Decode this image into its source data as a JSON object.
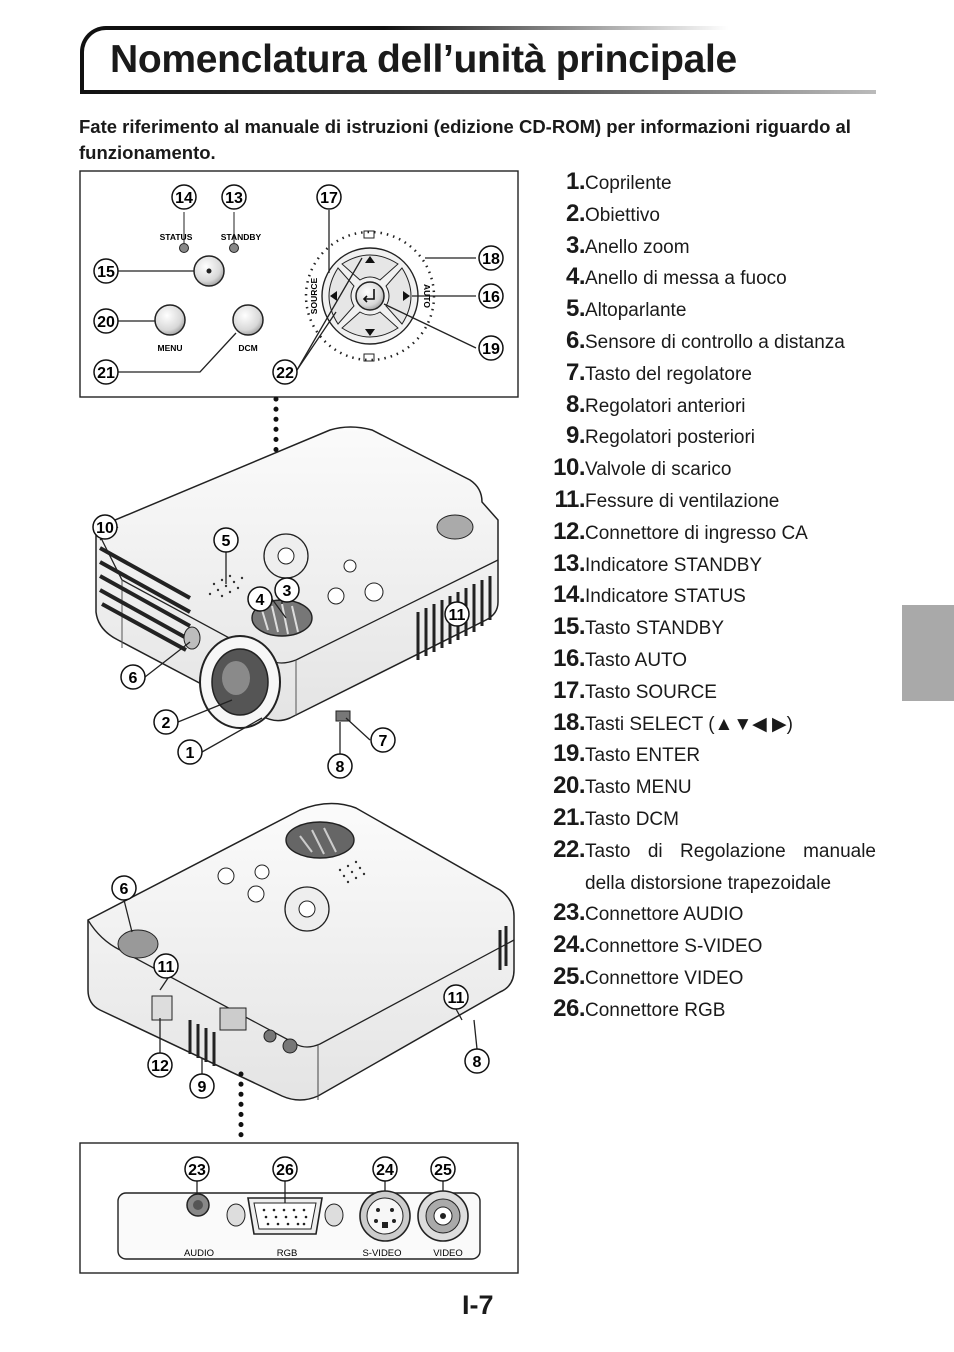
{
  "header": {
    "title": "Nomenclatura dell’unità principale",
    "intro": "Fate riferimento al manuale di istruzioni (edizione CD-ROM) per informazioni riguardo al funzionamento."
  },
  "parts": [
    {
      "num": "1.",
      "label": "Coprilente"
    },
    {
      "num": "2.",
      "label": "Obiettivo"
    },
    {
      "num": "3.",
      "label": "Anello zoom"
    },
    {
      "num": "4.",
      "label": "Anello di messa a fuoco"
    },
    {
      "num": "5.",
      "label": "Altoparlante"
    },
    {
      "num": "6.",
      "label": "Sensore di controllo a distanza"
    },
    {
      "num": "7.",
      "label": "Tasto del regolatore"
    },
    {
      "num": "8.",
      "label": "Regolatori anteriori"
    },
    {
      "num": "9.",
      "label": "Regolatori posteriori"
    },
    {
      "num": "10.",
      "label": "Valvole di scarico"
    },
    {
      "num": "11.",
      "label": "Fessure di ventilazione"
    },
    {
      "num": "12.",
      "label": "Connettore di ingresso CA"
    },
    {
      "num": "13.",
      "label": "Indicatore STANDBY"
    },
    {
      "num": "14.",
      "label": "Indicatore STATUS"
    },
    {
      "num": "15.",
      "label": "Tasto STANDBY"
    },
    {
      "num": "16.",
      "label": "Tasto AUTO"
    },
    {
      "num": "17.",
      "label": "Tasto SOURCE"
    },
    {
      "num": "18.",
      "label": "Tasti SELECT (▲▼◀ ▶)"
    },
    {
      "num": "19.",
      "label": "Tasto ENTER"
    },
    {
      "num": "20.",
      "label": "Tasto MENU"
    },
    {
      "num": "21.",
      "label": "Tasto DCM"
    },
    {
      "num": "22.",
      "label": "Tasto di Regolazione manuale della distorsione trapezoidale"
    },
    {
      "num": "23.",
      "label": "Connettore AUDIO"
    },
    {
      "num": "24.",
      "label": "Connettore S-VIDEO"
    },
    {
      "num": "25.",
      "label": "Connettore VIDEO"
    },
    {
      "num": "26.",
      "label": "Connettore RGB"
    }
  ],
  "control_panel": {
    "status_label": "STATUS",
    "standby_label": "STANDBY",
    "menu_label": "MENU",
    "dcm_label": "DCM",
    "source_label": "SOURCE",
    "auto_label": "AUTO",
    "callouts": [
      "14",
      "13",
      "17",
      "18",
      "15",
      "16",
      "20",
      "19",
      "21",
      "22"
    ]
  },
  "projector_front": {
    "callouts": [
      "10",
      "5",
      "3",
      "4",
      "11",
      "6",
      "2",
      "1",
      "7",
      "8"
    ]
  },
  "projector_rear": {
    "callouts": [
      "6",
      "11",
      "11",
      "12",
      "9",
      "8"
    ]
  },
  "connector_panel": {
    "audio_label": "AUDIO",
    "rgb_label": "RGB",
    "svideo_label": "S-VIDEO",
    "video_label": "VIDEO",
    "callouts": [
      "23",
      "26",
      "24",
      "25"
    ]
  },
  "footer": {
    "page_number": "I-7"
  },
  "colors": {
    "side_tab": "#a9a9a9",
    "device_fill": "#f4f4f4",
    "device_dark": "#3a3a3a"
  }
}
